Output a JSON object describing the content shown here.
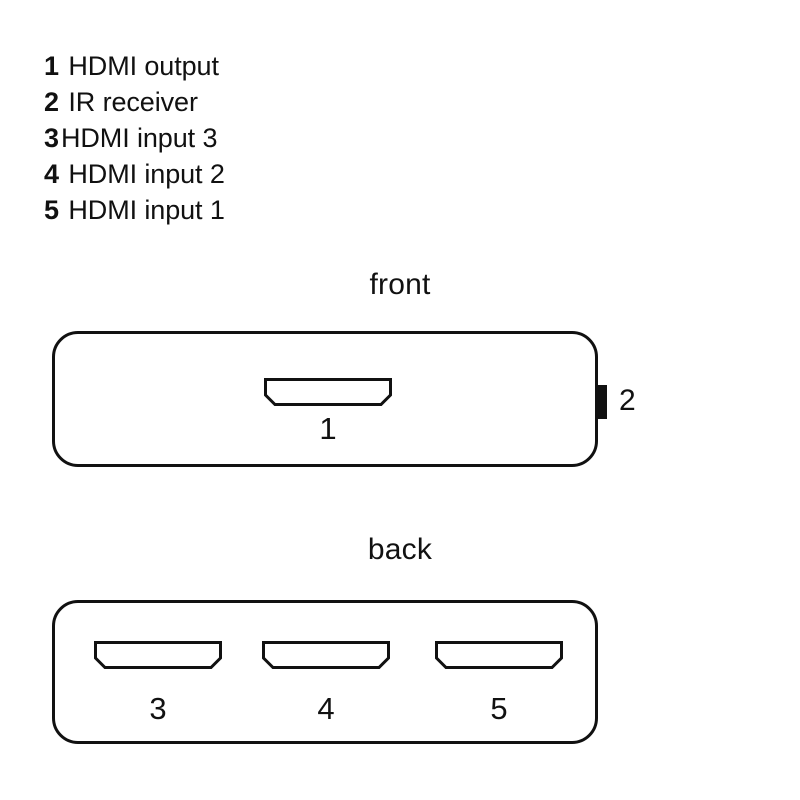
{
  "legend": {
    "items": [
      {
        "num": "1",
        "label": " HDMI output"
      },
      {
        "num": "2",
        "label": " IR receiver"
      },
      {
        "num": "3",
        "label": "HDMI input 3"
      },
      {
        "num": "4",
        "label": " HDMI input 2"
      },
      {
        "num": "5",
        "label": " HDMI input 1"
      }
    ]
  },
  "captions": {
    "front": "front",
    "back": "back"
  },
  "front_panel": {
    "ports": [
      {
        "id": "hdmi-output",
        "label": "1"
      }
    ],
    "ir_receiver": {
      "label": "2"
    }
  },
  "back_panel": {
    "ports": [
      {
        "id": "hdmi-input-3",
        "label": "3"
      },
      {
        "id": "hdmi-input-2",
        "label": "4"
      },
      {
        "id": "hdmi-input-1",
        "label": "5"
      }
    ]
  },
  "colors": {
    "stroke": "#111111",
    "background": "#ffffff",
    "ir_tab": "#111111"
  }
}
